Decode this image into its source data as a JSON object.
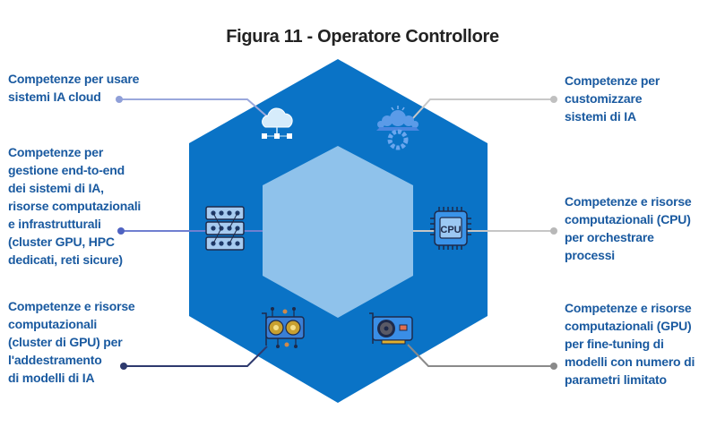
{
  "title": "Figura 11 - Operatore Controllore",
  "colors": {
    "outer_hexagon": "#0a73c6",
    "inner_hexagon": "#8fc2eb",
    "label_text": "#1a5aa0",
    "title_text": "#222222"
  },
  "items": [
    {
      "id": "cloud",
      "icon": "cloud-network-icon",
      "lines": [
        "Competenze per usare",
        "sistemi IA cloud"
      ]
    },
    {
      "id": "infrastructure",
      "icon": "server-rack-icon",
      "lines": [
        "Competenze per",
        "gestione end-to-end",
        "dei sistemi di IA,",
        "risorse computazionali",
        "e infrastrutturali",
        "(cluster GPU, HPC",
        "dedicati, reti sicure)"
      ]
    },
    {
      "id": "gpu-cluster",
      "icon": "dual-fan-gpu-icon",
      "lines": [
        "Competenze e risorse",
        "computazionali",
        "(cluster di GPU) per",
        "l'addestramento",
        "di modelli di IA"
      ]
    },
    {
      "id": "customize",
      "icon": "team-gear-icon",
      "lines": [
        "Competenze per",
        "customizzare",
        "sistemi di IA"
      ]
    },
    {
      "id": "cpu",
      "icon": "cpu-chip-icon",
      "cpu_text": "CPU",
      "lines": [
        "Competenze e risorse",
        "computazionali (CPU)",
        "per orchestrare",
        "processi"
      ]
    },
    {
      "id": "gpu-finetune",
      "icon": "graphics-card-icon",
      "lines": [
        "Competenze e risorse",
        "computazionali (GPU)",
        "per fine-tuning di",
        "modelli con numero di",
        "parametri limitato"
      ]
    }
  ]
}
